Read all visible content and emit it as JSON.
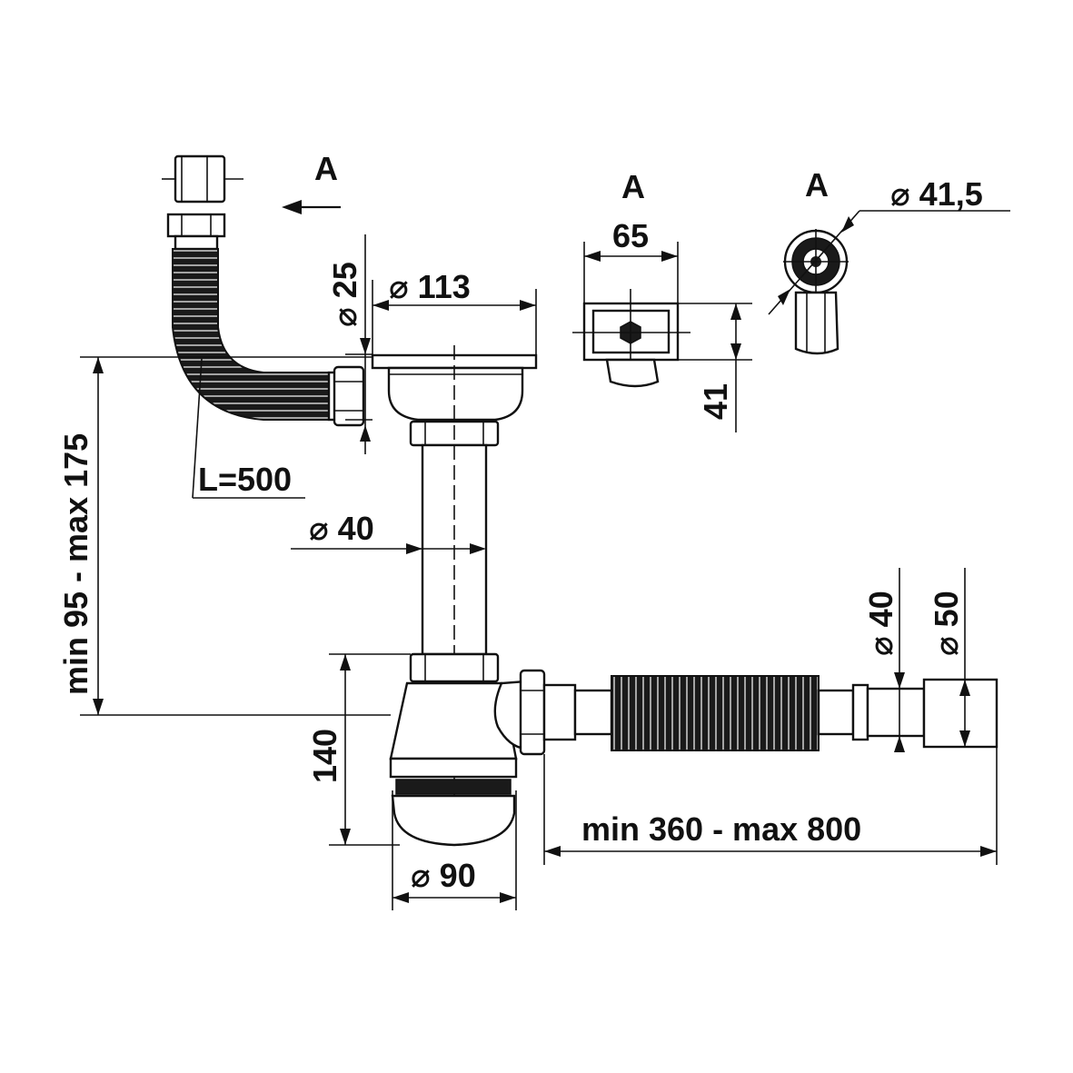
{
  "labels": {
    "view_a_arrow": "A",
    "view_a_top": "A",
    "view_a_round": "A",
    "width_top_view": "65",
    "diameter_round": "⌀ 41,5",
    "height_top_view": "41",
    "diameter_25": "⌀ 25",
    "diameter_113": "⌀ 113",
    "hose_length": "L=500",
    "diameter_40_pipe": "⌀ 40",
    "height_range": "min 95 - max 175",
    "diameter_40_outlet": "⌀ 40",
    "diameter_50_outlet": "⌀ 50",
    "height_140": "140",
    "length_range": "min 360  - max 800",
    "diameter_90": "⌀ 90"
  },
  "colors": {
    "line": "#111111",
    "background": "#ffffff",
    "corrugated_hose": "#1a1a1a"
  }
}
